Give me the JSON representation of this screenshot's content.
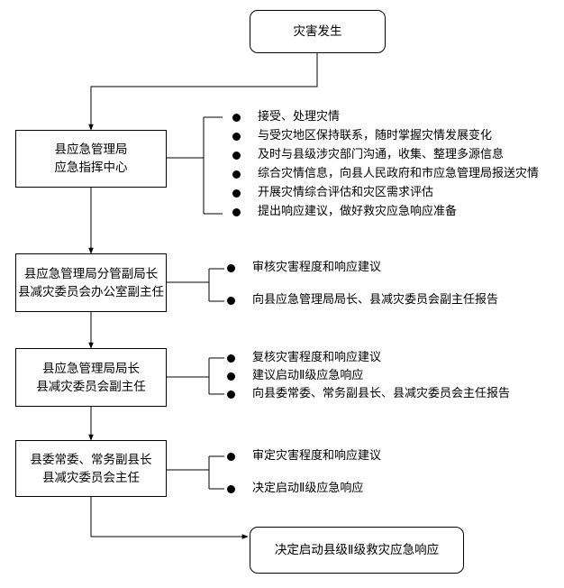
{
  "start": "灾害发生",
  "end": "决定启动县级Ⅱ级救灾应急响应",
  "steps": [
    {
      "lines": [
        "县应急管理局",
        "应急指挥中心"
      ],
      "actions": [
        "接受、处理灾情",
        "与受灾地区保持联系，随时掌握灾情发展变化",
        "及时与县级涉灾部门沟通，收集、整理多源信息",
        "综合灾情信息，向县人民政府和市应急管理局报送灾情",
        "开展灾情综合评估和灾区需求评估",
        "提出响应建议，做好救灾应急响应准备"
      ]
    },
    {
      "lines": [
        "县应急管理局分管副局长",
        "县减灾委员会办公室副主任"
      ],
      "actions": [
        "审核灾害程度和响应建议",
        "向县应急管理局局长、县减灾委员会副主任报告"
      ]
    },
    {
      "lines": [
        "县应急管理局局长",
        "县减灾委员会副主任"
      ],
      "actions": [
        "复核灾害程度和响应建议",
        "建议启动Ⅱ级应急响应",
        "向县委常委、常务副县长、县减灾委员会主任报告"
      ]
    },
    {
      "lines": [
        "县委常委、常务副县长",
        "县减灾委员会主任"
      ],
      "actions": [
        "审定灾害程度和响应建议",
        "决定启动Ⅱ级应急响应"
      ]
    }
  ]
}
